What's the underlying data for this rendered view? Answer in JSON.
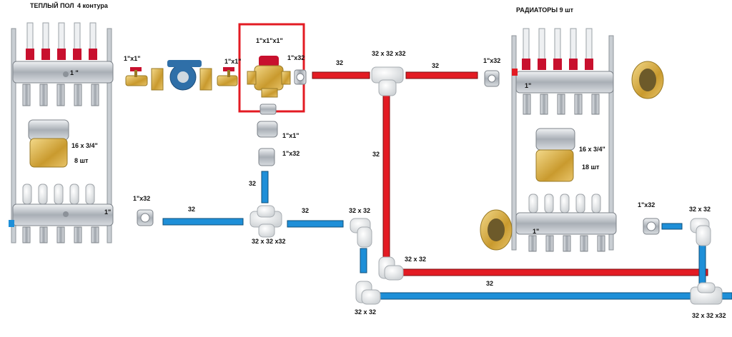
{
  "titles": {
    "floor": "ТЕПЛЫЙ ПОЛ",
    "floor_circuits": "4 контура",
    "radiators": "РАДИАТОРЫ 9 шт"
  },
  "left_manifold": {
    "top_size": "1 \"",
    "bottom_size": "1\"",
    "fitting_size": "16 х 3/4\"",
    "fitting_count": "8 шт",
    "outlet_label": "1\"х32"
  },
  "right_manifold": {
    "top_size": "1\"",
    "bottom_size": "1\"",
    "fitting_size": "16 х 3/4\"",
    "fitting_count": "18 шт",
    "outlet_label": "1\"х32",
    "inlet_label": "1\"х32"
  },
  "pump_group": {
    "valve_left": "1\"х1\"",
    "valve_right": "1\"х1\"",
    "mixing_valve": "1\"х1\"х1\"",
    "mixing_outlet": "1\"х32",
    "fitting_below": "1\"х1\"",
    "adapter_below": "1\"х32"
  },
  "pipes": {
    "p1": "32",
    "p2": "32",
    "p3": "32",
    "p4": "32",
    "p5": "32",
    "p6": "32",
    "p7": "32"
  },
  "fittings": {
    "tee_top": "32 х 32 х32",
    "tee_mid": "32 х 32 х32",
    "elbow_mid": "32 х 32",
    "elbow_red": "32 х 32",
    "elbow_bottom": "32 х 32",
    "elbow_right": "32 х 32",
    "tee_right": "32 х 32 х32"
  },
  "colors": {
    "supply": "#e31b23",
    "return": "#1e8fd8",
    "highlight": "#e31b23",
    "steel": "#b9bec4",
    "brass": "#d9b24a",
    "cap_red": "#c8102e",
    "pump_blue": "#2f6fa8"
  }
}
